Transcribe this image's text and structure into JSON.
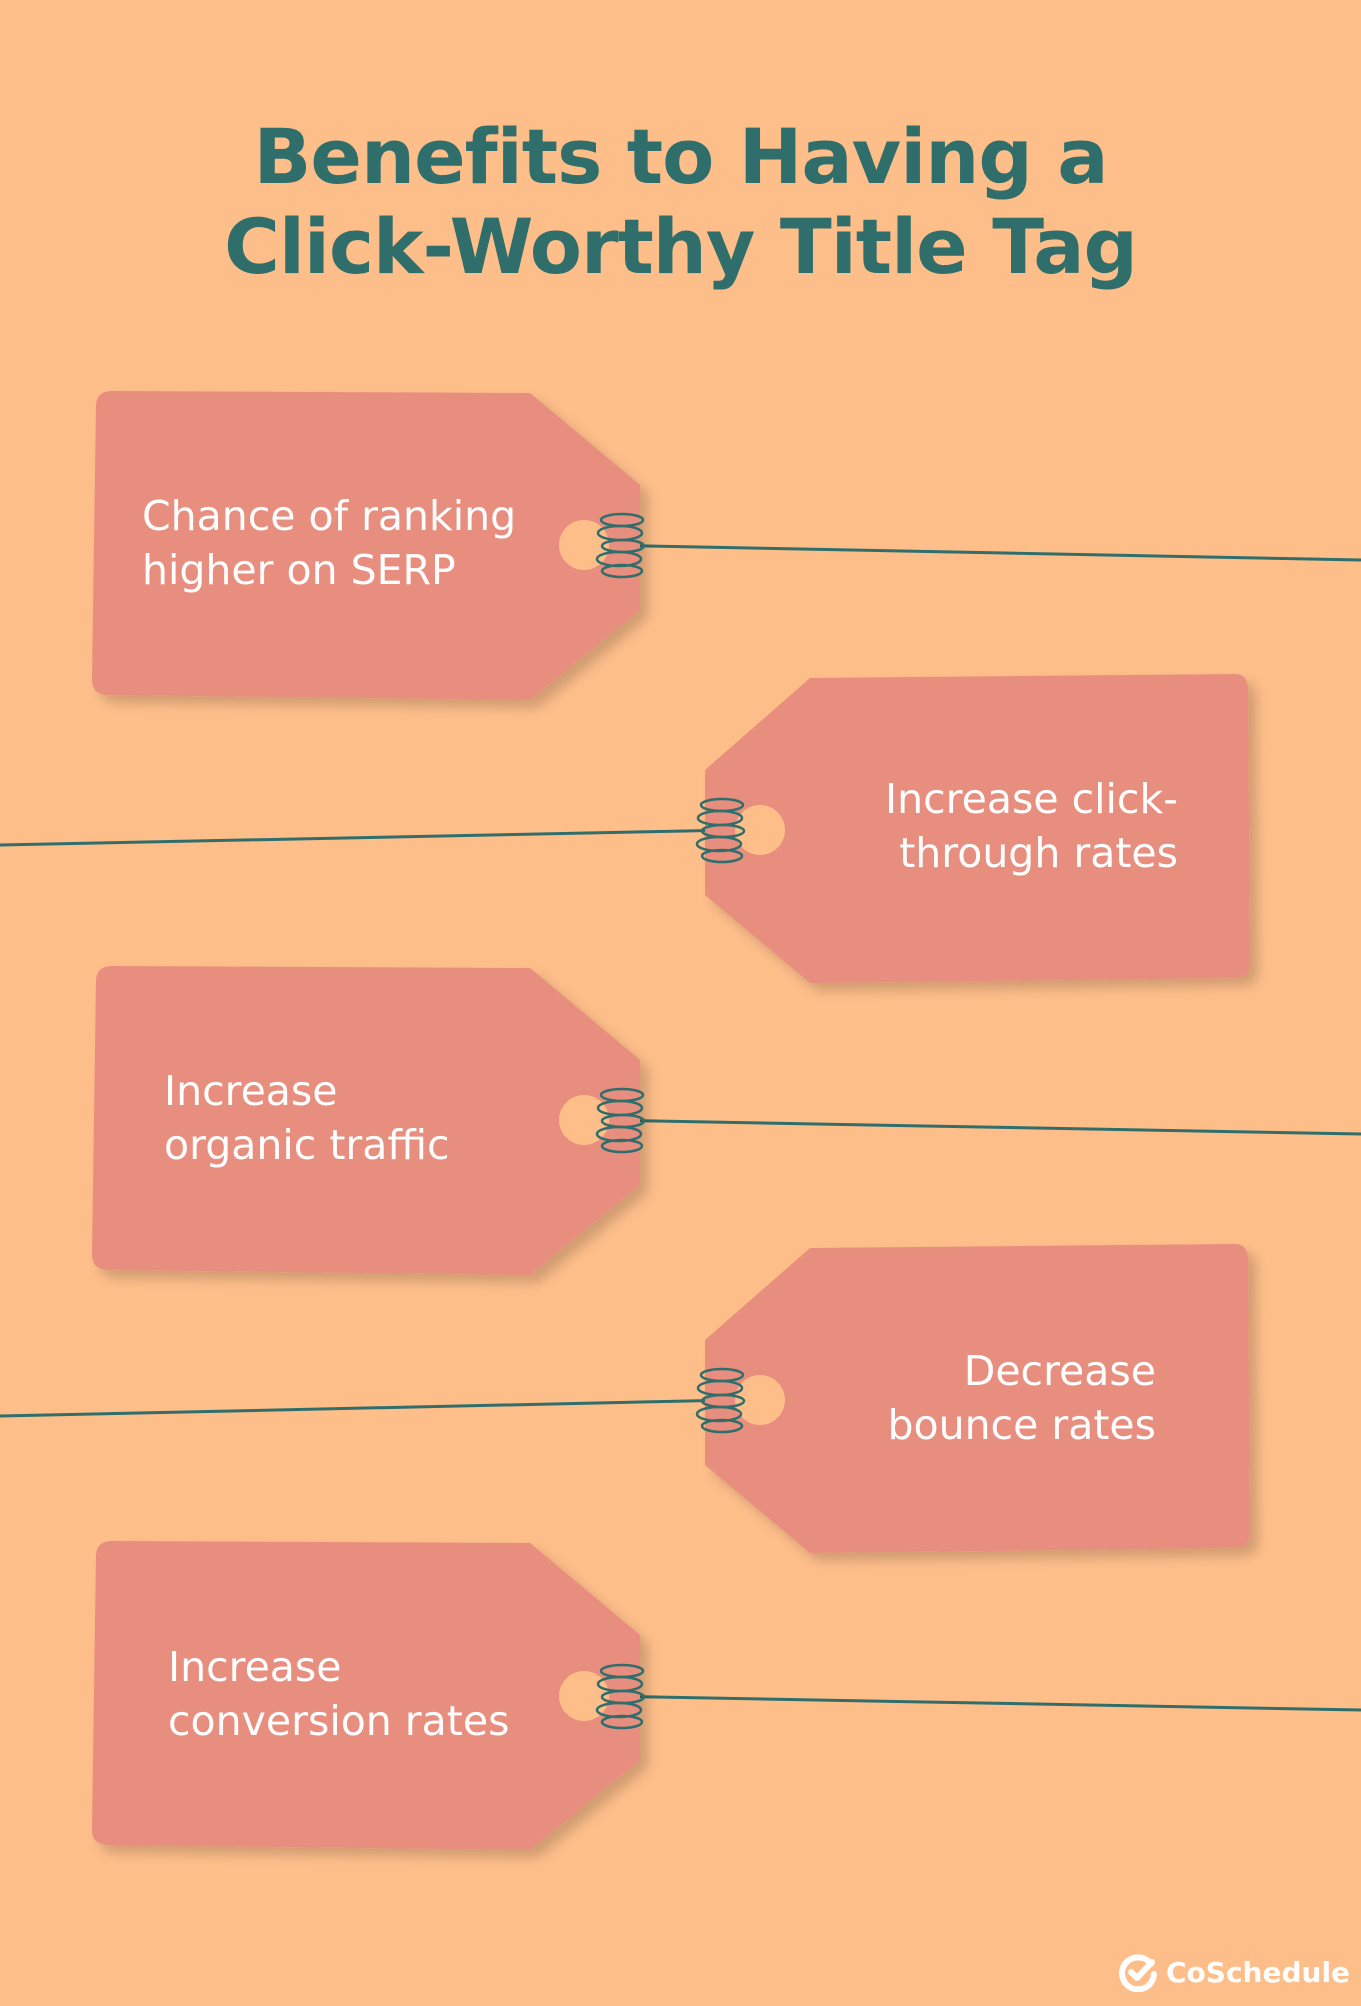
{
  "title": {
    "line1": "Benefits to Having a",
    "line2": "Click-Worthy Title Tag",
    "color": "#2F6E6B"
  },
  "background_color": "#FEBE8A",
  "tag_color": "#E88E7E",
  "string_color": "#2F6E6B",
  "tags": [
    {
      "line1": "Chance of ranking",
      "line2": "higher on SERP"
    },
    {
      "line1": "Increase click-",
      "line2": "through rates"
    },
    {
      "line1": "Increase",
      "line2": "organic traffic"
    },
    {
      "line1": "Decrease",
      "line2": "bounce rates"
    },
    {
      "line1": "Increase",
      "line2": "conversion rates"
    }
  ],
  "brand": {
    "name": "CoSchedule",
    "icon": "check-circle-icon"
  }
}
